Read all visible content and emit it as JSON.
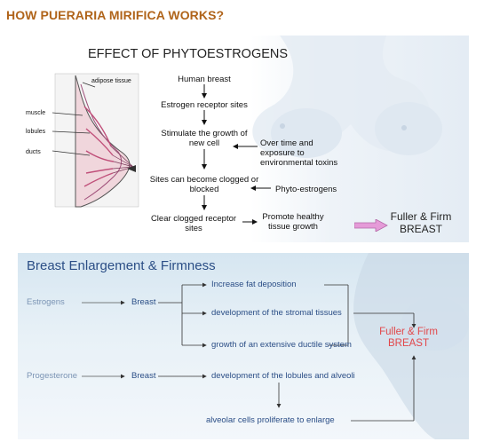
{
  "page_title": "HOW PUERARIA MIRIFICA WORKS?",
  "panel1": {
    "title": "EFFECT OF PHYTOESTROGENS",
    "anatomy_labels": [
      "adipose tissue",
      "muscle",
      "lobules",
      "ducts"
    ],
    "steps": [
      "Human breast",
      "Estrogen receptor sites",
      "Stimulate the growth of new cell",
      "Sites can become clogged or blocked",
      "Clear clogged receptor sites"
    ],
    "side_notes": [
      "Over time and exposure to environmental toxins",
      "Phyto-estrogens",
      "Promote healthy tissue growth"
    ],
    "result": "Fuller & Firm BREAST"
  },
  "panel2": {
    "title": "Breast  Enlargement & Firmness",
    "estrogens": "Estrogens",
    "progesterone": "Progesterone",
    "breast1": "Breast",
    "breast2": "Breast",
    "effects": [
      "Increase fat deposition",
      "development of the stromal tissues",
      "growth of an extensive ductile system",
      "development of the lobules and alveoli",
      "alveolar cells proliferate to enlarge"
    ],
    "result": "Fuller & Firm BREAST"
  },
  "colors": {
    "title": "#b0641a",
    "blue_text": "#2b4e86",
    "result_red": "#e2474a",
    "pink_arrow": "#e59bd8"
  }
}
